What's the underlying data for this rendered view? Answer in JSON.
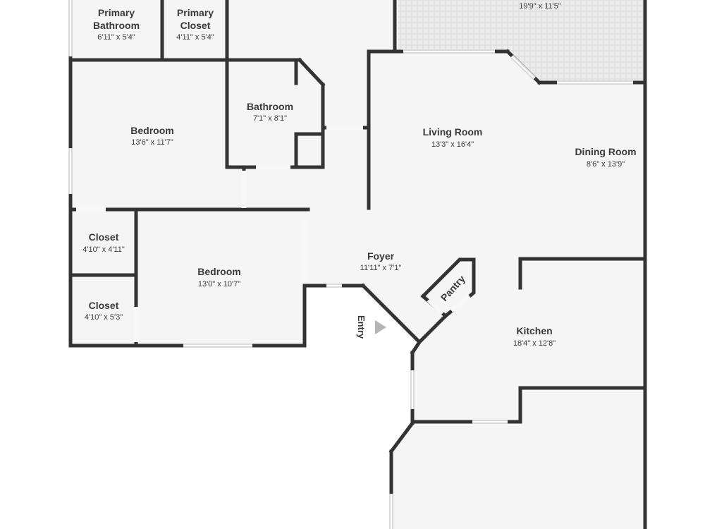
{
  "rooms": {
    "patio": {
      "dims": "19'9\" x 11'5\""
    },
    "primary_bathroom": {
      "name_line1": "Primary",
      "name_line2": "Bathroom",
      "dims": "6'11\" x 5'4\""
    },
    "primary_closet": {
      "name_line1": "Primary",
      "name_line2": "Closet",
      "dims": "4'11\" x 5'4\""
    },
    "bedroom_1": {
      "name": "Bedroom",
      "dims": "13'6\" x 11'7\""
    },
    "bathroom": {
      "name": "Bathroom",
      "dims": "7'1\" x 8'1\""
    },
    "living_room": {
      "name": "Living Room",
      "dims": "13'3\" x 16'4\""
    },
    "dining_room": {
      "name": "Dining Room",
      "dims": "8'6\" x 13'9\""
    },
    "closet_1": {
      "name": "Closet",
      "dims": "4'10\" x 4'11\""
    },
    "closet_2": {
      "name": "Closet",
      "dims": "4'10\" x 5'3\""
    },
    "bedroom_2": {
      "name": "Bedroom",
      "dims": "13'0\" x 10'7\""
    },
    "foyer": {
      "name": "Foyer",
      "dims": "11'11\" x 7'1\""
    },
    "pantry": {
      "name": "Pantry"
    },
    "kitchen": {
      "name": "Kitchen",
      "dims": "18'4\" x 12'8\""
    }
  },
  "entry": {
    "label": "Entry"
  },
  "colors": {
    "wall": "#333333",
    "floor": "#f5f5f5",
    "patio": "#eeeeee"
  }
}
